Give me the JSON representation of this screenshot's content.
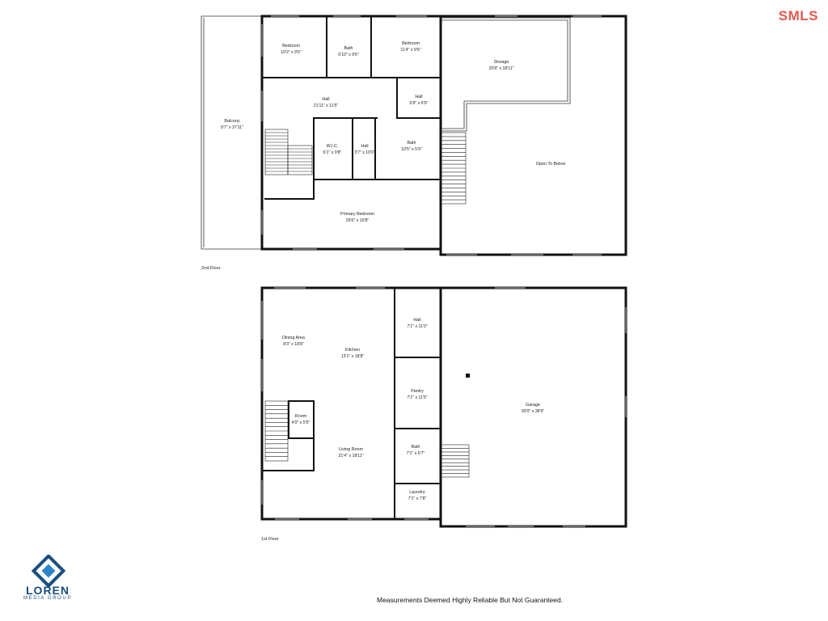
{
  "brand_badge": "SMLS",
  "logo": {
    "name": "LOREN",
    "subtitle": "MEDIA GROUP"
  },
  "disclaimer": "Measurements Deemed Highly Reliable But Not Guaranteed.",
  "floors": {
    "second": {
      "label": "2nd Floor",
      "rooms": {
        "bedroom_a": {
          "name": "Bedroom",
          "dim": "10'2\" x 9'5\""
        },
        "bath_a": {
          "name": "Bath",
          "dim": "6'10\" x 9'6\""
        },
        "bedroom_b": {
          "name": "Bedroom",
          "dim": "11'4\" x 9'6\""
        },
        "storage": {
          "name": "Storage",
          "dim": "20'8\" x 18'11\""
        },
        "balcony": {
          "name": "Balcony",
          "dim": "9'7\" x 37'11\""
        },
        "hall_main": {
          "name": "Hall",
          "dim": "21'11\" x 11'5\""
        },
        "hall_small": {
          "name": "Hall",
          "dim": "6'9\" x 6'9\""
        },
        "wic": {
          "name": "W.I.C.",
          "dim": "6'1\" x 9'8\""
        },
        "hall_narrow": {
          "name": "Hall",
          "dim": "3'7\" x 10'0\""
        },
        "bath_b": {
          "name": "Bath",
          "dim": "10'5\" x 5'9\""
        },
        "open": {
          "name": "Open To Below",
          "dim": ""
        },
        "primary": {
          "name": "Primary Bedroom",
          "dim": "29'0\" x 10'8\""
        }
      }
    },
    "first": {
      "label": "1st Floor",
      "rooms": {
        "dining": {
          "name": "Dining Area",
          "dim": "8'3\" x 18'8\""
        },
        "kitchen": {
          "name": "Kitchen",
          "dim": "13'1\" x 18'8\""
        },
        "hall": {
          "name": "Hall",
          "dim": "7'1\" x 11'0\""
        },
        "pantry": {
          "name": "Pantry",
          "dim": "7'1\" x 11'5\""
        },
        "garage": {
          "name": "Garage",
          "dim": "30'0\" x 38'9\""
        },
        "room": {
          "name": "Room",
          "dim": "4'0\" x 5'5\""
        },
        "bath": {
          "name": "Bath",
          "dim": "7'1\" x 6'7\""
        },
        "living": {
          "name": "Living Room",
          "dim": "21'4\" x 18'11\""
        },
        "laundry": {
          "name": "Laundry",
          "dim": "7'1\" x 7'8\""
        }
      }
    }
  }
}
